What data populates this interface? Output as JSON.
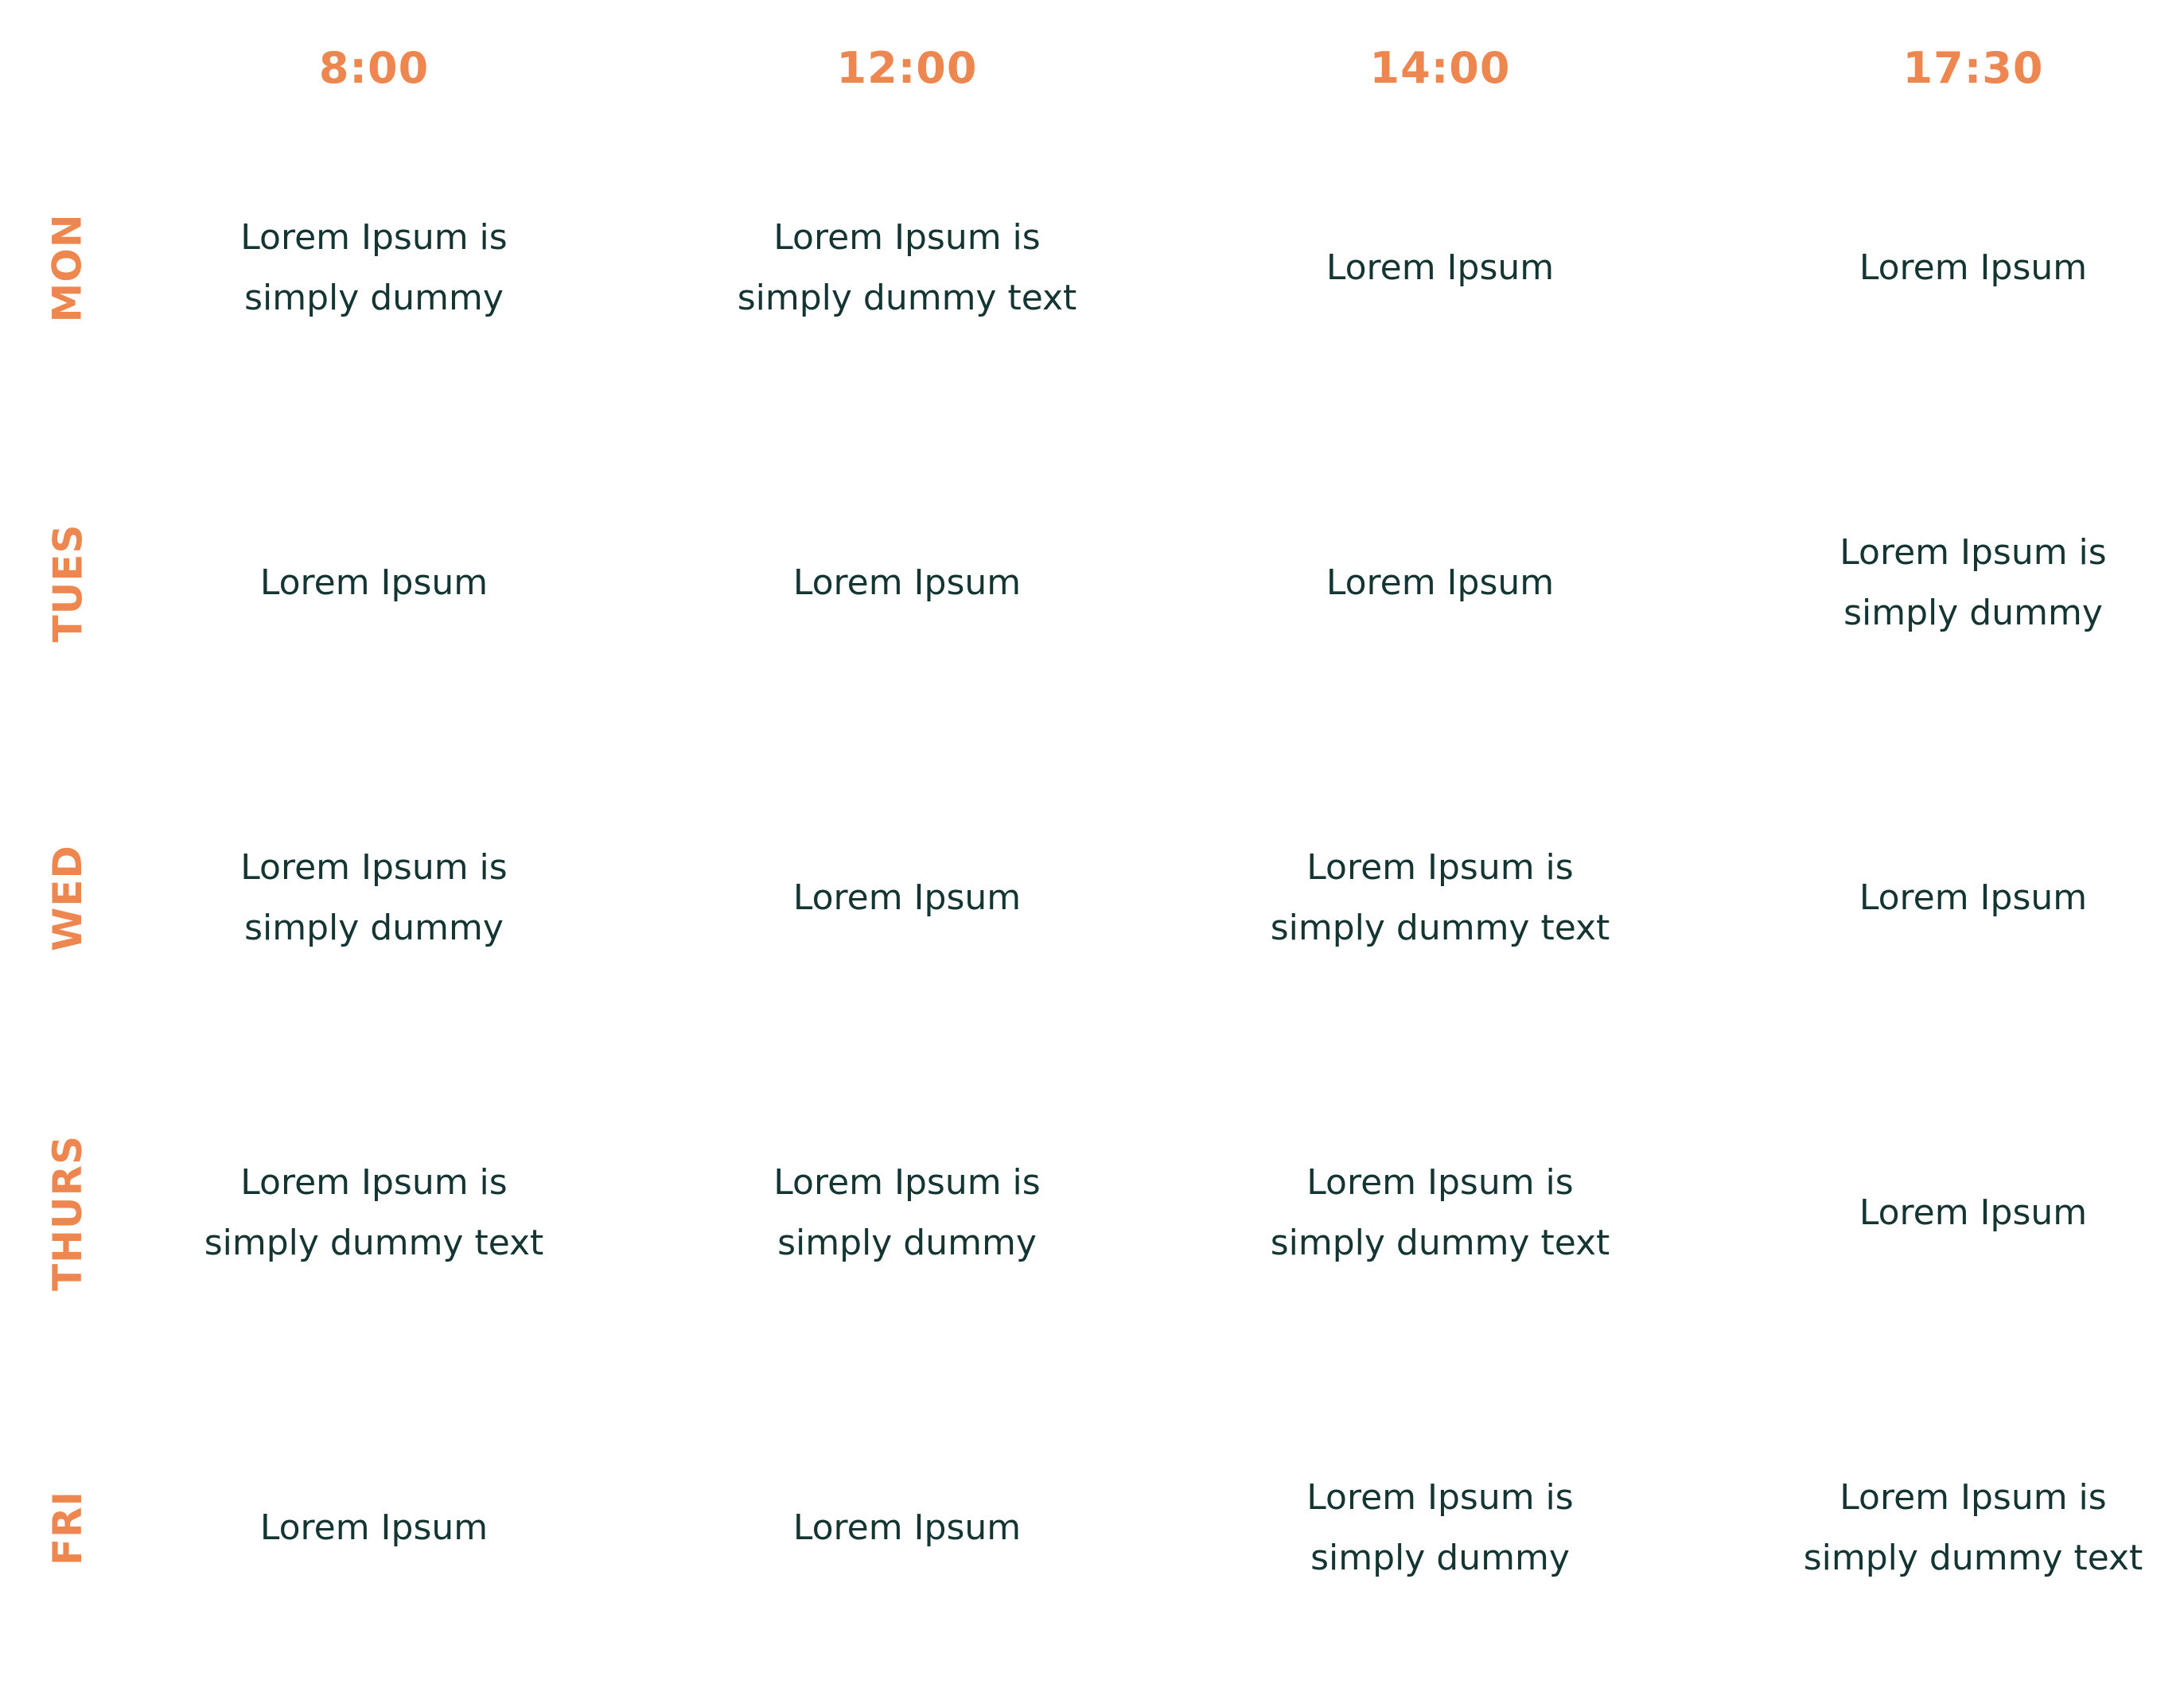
{
  "accent_color": "#EE8650",
  "text_color": "#143532",
  "times": [
    "8:00",
    "12:00",
    "14:00",
    "17:30"
  ],
  "days": [
    "MON",
    "TUES",
    "WED",
    "THURS",
    "FRI"
  ],
  "rows": [
    [
      "Lorem Ipsum is\nsimply dummy",
      "Lorem Ipsum is\nsimply dummy text",
      "Lorem Ipsum",
      "Lorem Ipsum"
    ],
    [
      "Lorem Ipsum",
      "Lorem Ipsum",
      "Lorem Ipsum",
      "Lorem Ipsum is\nsimply dummy"
    ],
    [
      "Lorem Ipsum is\nsimply dummy",
      "Lorem Ipsum",
      "Lorem Ipsum is\nsimply dummy text",
      "Lorem Ipsum"
    ],
    [
      "Lorem Ipsum is\nsimply dummy text",
      "Lorem Ipsum is\nsimply dummy",
      "Lorem Ipsum is\nsimply dummy text",
      "Lorem Ipsum"
    ],
    [
      "Lorem Ipsum",
      "Lorem Ipsum",
      "Lorem Ipsum is\nsimply dummy",
      "Lorem Ipsum is\nsimply dummy text"
    ]
  ]
}
